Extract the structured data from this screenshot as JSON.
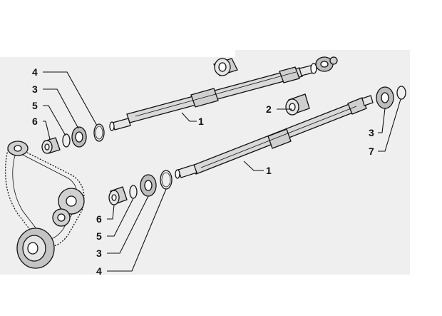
{
  "diagram": {
    "callouts": {
      "upper_left_4": "4",
      "upper_left_3": "3",
      "upper_left_5": "5",
      "upper_left_6": "6",
      "upper_shaft_1": "1",
      "right_2": "2",
      "right_3": "3",
      "right_7": "7",
      "lower_shaft_1": "1",
      "lower_left_6": "6",
      "lower_left_5": "5",
      "lower_left_3": "3",
      "lower_left_4": "4"
    }
  }
}
